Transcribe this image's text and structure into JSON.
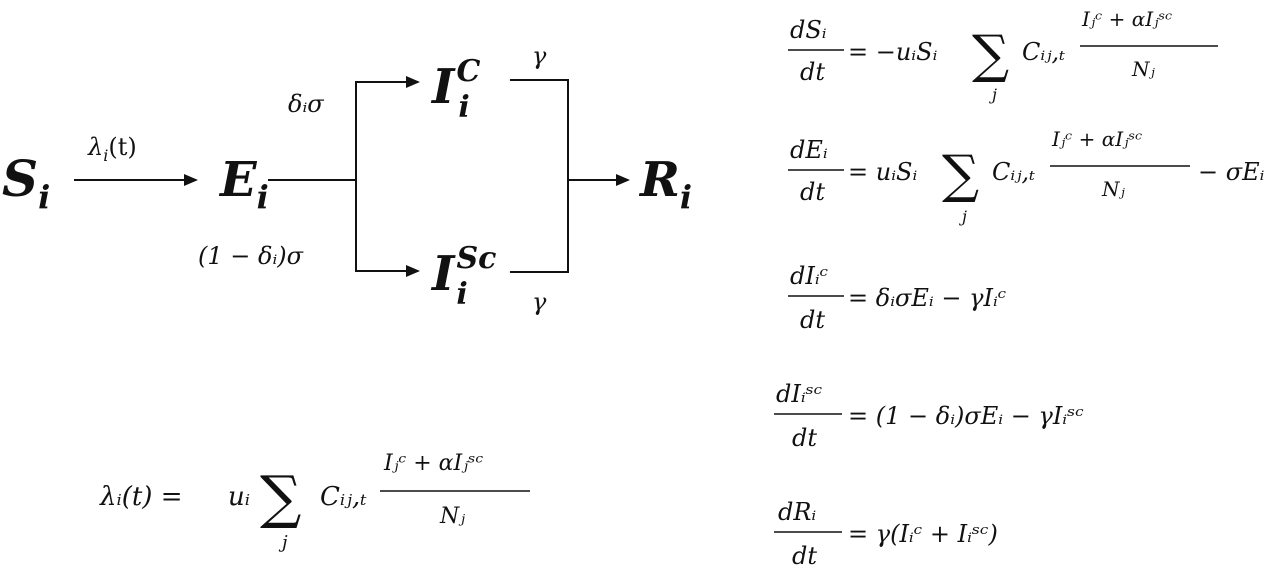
{
  "diagram": {
    "nodes": {
      "S": {
        "base": "S",
        "sub": "i"
      },
      "E": {
        "base": "E",
        "sub": "i"
      },
      "IC": {
        "base": "I",
        "sub": "i",
        "sup": "C"
      },
      "ISc": {
        "base": "I",
        "sub": "i",
        "sup": "Sc"
      },
      "R": {
        "base": "R",
        "sub": "i"
      }
    },
    "edges": {
      "force_of_infection": {
        "sym": "λ",
        "sub": "i",
        "arg": "(t)"
      },
      "to_clinical": "δᵢσ",
      "to_subclinical": "(1 − δᵢ)σ",
      "recovery_clinical": "γ",
      "recovery_subclinical": "γ"
    }
  },
  "equations": {
    "lambda": {
      "lhs": "λᵢ(t) =",
      "coef": "uᵢ",
      "sum_index": "j",
      "term": "Cᵢⱼ,ₜ",
      "numerator": "Iⱼᶜ + αIⱼˢᶜ",
      "denominator": "Nⱼ"
    },
    "dS": {
      "num": "dSᵢ",
      "den": "dt",
      "rhs_pre": "= −uᵢSᵢ",
      "sum_index": "j",
      "term": "Cᵢⱼ,ₜ",
      "numerator": "Iⱼᶜ + αIⱼˢᶜ",
      "denominator": "Nⱼ",
      "rhs_post": ""
    },
    "dE": {
      "num": "dEᵢ",
      "den": "dt",
      "rhs_pre": "= uᵢSᵢ",
      "sum_index": "j",
      "term": "Cᵢⱼ,ₜ",
      "numerator": "Iⱼᶜ + αIⱼˢᶜ",
      "denominator": "Nⱼ",
      "rhs_post": "− σEᵢ"
    },
    "dIC": {
      "num": "dIᵢᶜ",
      "den": "dt",
      "rhs": "= δᵢσEᵢ − γIᵢᶜ"
    },
    "dISc": {
      "num": "dIᵢˢᶜ",
      "den": "dt",
      "rhs": "= (1 − δᵢ)σEᵢ − γIᵢˢᶜ"
    },
    "dR": {
      "num": "dRᵢ",
      "den": "dt",
      "rhs": "= γ(Iᵢᶜ + Iᵢˢᶜ)"
    }
  }
}
